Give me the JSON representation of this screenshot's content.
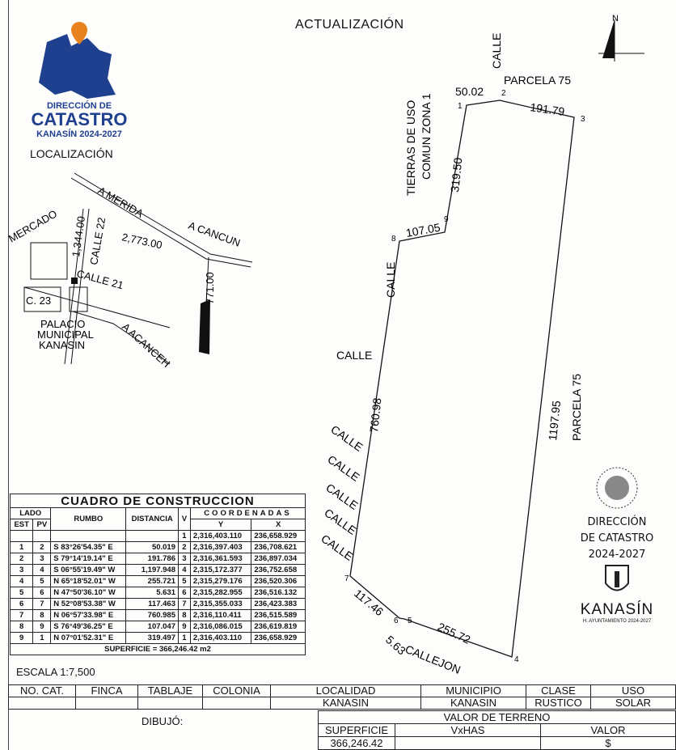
{
  "title": "ACTUALIZACIÓN",
  "logo": {
    "line1": "DIRECCIÓN DE",
    "line2": "CATASTRO",
    "line3": "KANASÍN 2024-2027",
    "color_blue": "#1f3f8f",
    "color_orange": "#e8821e"
  },
  "north": "N",
  "location": {
    "title": "LOCALIZACIÓN",
    "labels": {
      "merida": "A MERIDA",
      "cancun": "A CANCUN",
      "dist_road": "2,773.00",
      "calle22": "CALLE 22",
      "dist22": "1,344.00",
      "mercado": "MERCADO",
      "calle21": "CALLE 21",
      "c23": "C. 23",
      "palacio1": "PALACIO",
      "palacio2": "MUNICIPAL",
      "palacio3": "KANASIN",
      "acanceh": "A ACANCEH",
      "dist771": "771.00"
    }
  },
  "plot": {
    "vertices": [
      "1",
      "2",
      "3",
      "4",
      "5",
      "6",
      "7",
      "8",
      "9"
    ],
    "distances": {
      "d12": "50.02",
      "d23": "191.79",
      "d34": "1197.95",
      "d45": "255.72",
      "d56": "5.63",
      "d67": "117.46",
      "d78": "760.98",
      "d89": "107.05",
      "d91": "319.50"
    },
    "labels": {
      "calle_top": "CALLE",
      "parcela_top": "PARCELA 75",
      "tierras1": "TIERRAS DE USO",
      "tierras2": "COMUN ZONA 1",
      "calle_v": "CALLE",
      "calle_h": "CALLE",
      "parcela_right": "PARCELA 75",
      "callejon": "CALLEJON",
      "calles": [
        "CALLE",
        "CALLE",
        "CALLE",
        "CALLE",
        "CALLE"
      ]
    }
  },
  "construction_table": {
    "title": "CUADRO DE CONSTRUCCION",
    "headers": {
      "lado": "LADO",
      "est": "EST",
      "pv": "PV",
      "rumbo": "RUMBO",
      "distancia": "DISTANCIA",
      "v": "V",
      "coordenadas": "COORDENADAS",
      "y": "Y",
      "x": "X"
    },
    "first": {
      "v": "1",
      "y": "2,316,403.110",
      "x": "236,658.929"
    },
    "rows": [
      {
        "est": "1",
        "pv": "2",
        "rumbo": "S 83°26'54.35\" E",
        "dist": "50.019",
        "v": "2",
        "y": "2,316,397.403",
        "x": "236,708.621"
      },
      {
        "est": "2",
        "pv": "3",
        "rumbo": "S 79°14'19.14\" E",
        "dist": "191.786",
        "v": "3",
        "y": "2,316,361.593",
        "x": "236,897.034"
      },
      {
        "est": "3",
        "pv": "4",
        "rumbo": "S 06°55'19.49\" W",
        "dist": "1,197.948",
        "v": "4",
        "y": "2,315,172.377",
        "x": "236,752.658"
      },
      {
        "est": "4",
        "pv": "5",
        "rumbo": "N 65°18'52.01\" W",
        "dist": "255.721",
        "v": "5",
        "y": "2,315,279.176",
        "x": "236,520.306"
      },
      {
        "est": "5",
        "pv": "6",
        "rumbo": "N 47°50'36.10\" W",
        "dist": "5.631",
        "v": "6",
        "y": "2,315,282.955",
        "x": "236,516.132"
      },
      {
        "est": "6",
        "pv": "7",
        "rumbo": "N 52°08'53.38\" W",
        "dist": "117.463",
        "v": "7",
        "y": "2,315,355.033",
        "x": "236,423.383"
      },
      {
        "est": "7",
        "pv": "8",
        "rumbo": "N 06°57'33.98\" E",
        "dist": "760.985",
        "v": "8",
        "y": "2,316,110.411",
        "x": "236,515.589"
      },
      {
        "est": "8",
        "pv": "9",
        "rumbo": "S 76°49'36.25\" E",
        "dist": "107.047",
        "v": "9",
        "y": "2,316,086.015",
        "x": "236,619.819"
      },
      {
        "est": "9",
        "pv": "1",
        "rumbo": "N 07°01'52.31\" E",
        "dist": "319.497",
        "v": "1",
        "y": "2,316,403.110",
        "x": "236,658.929"
      }
    ],
    "superficie": "SUPERFICIE = 366,246.42 m2"
  },
  "stamp": {
    "l1": "DIRECCIÓN",
    "l2": "DE CATASTRO",
    "l3": "2024-2027",
    "kanasin": "KANASÍN",
    "ayuntamiento": "H. AYUNTAMIENTO 2024-2027"
  },
  "escala": "ESCALA 1:7,500",
  "info": {
    "headers": [
      "NO. CAT.",
      "FINCA",
      "TABLAJE",
      "COLONIA",
      "LOCALIDAD",
      "MUNICIPIO",
      "CLASE",
      "USO"
    ],
    "values": [
      "",
      "",
      "",
      "",
      "KANASIN",
      "KANASIN",
      "RUSTICO",
      "SOLAR"
    ]
  },
  "dibujo": "DIBUJÓ:",
  "valor": {
    "title": "VALOR DE TERRENO",
    "headers": [
      "SUPERFICIE",
      "VxHAS",
      "VALOR"
    ],
    "values": [
      "366,246.42",
      "",
      "$"
    ]
  }
}
